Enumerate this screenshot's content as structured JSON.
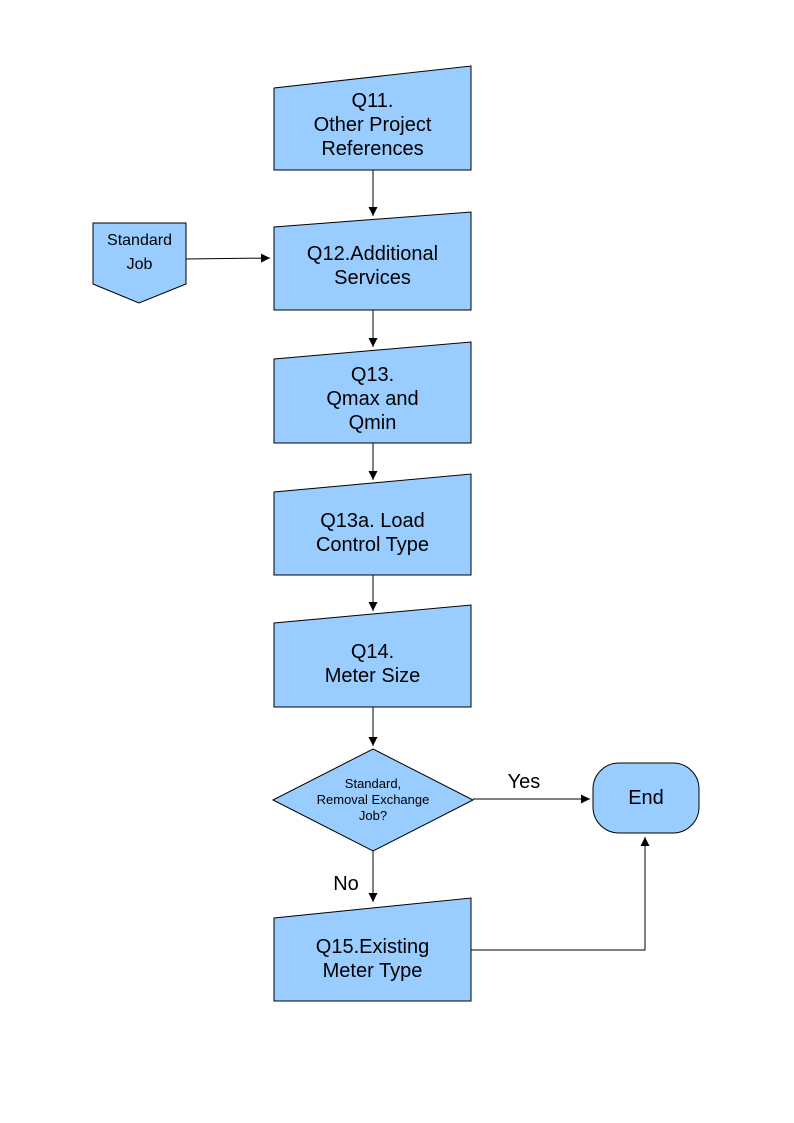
{
  "diagram": {
    "type": "flowchart",
    "colors": {
      "node_fill": "#99CCFF",
      "node_stroke": "#000000",
      "connector": "#000000",
      "text": "#000000",
      "background": "#FFFFFF"
    },
    "nodes": {
      "q11": {
        "type": "manual-input",
        "label": "Q11.\nOther Project\nReferences"
      },
      "standard_job": {
        "type": "off-page-connector",
        "label": "Standard\nJob"
      },
      "q12": {
        "type": "manual-input",
        "label": "Q12.Additional\nServices"
      },
      "q13": {
        "type": "manual-input",
        "label": "Q13.\nQmax and\nQmin"
      },
      "q13a": {
        "type": "manual-input",
        "label": "Q13a. Load\nControl Type"
      },
      "q14": {
        "type": "manual-input",
        "label": "Q14.\nMeter Size"
      },
      "decision": {
        "type": "decision",
        "label": "Standard,\nRemoval Exchange\nJob?"
      },
      "end": {
        "type": "terminator",
        "label": "End"
      },
      "q15": {
        "type": "manual-input",
        "label": "Q15.Existing\nMeter Type"
      }
    },
    "edge_labels": {
      "yes": "Yes",
      "no": "No"
    }
  }
}
